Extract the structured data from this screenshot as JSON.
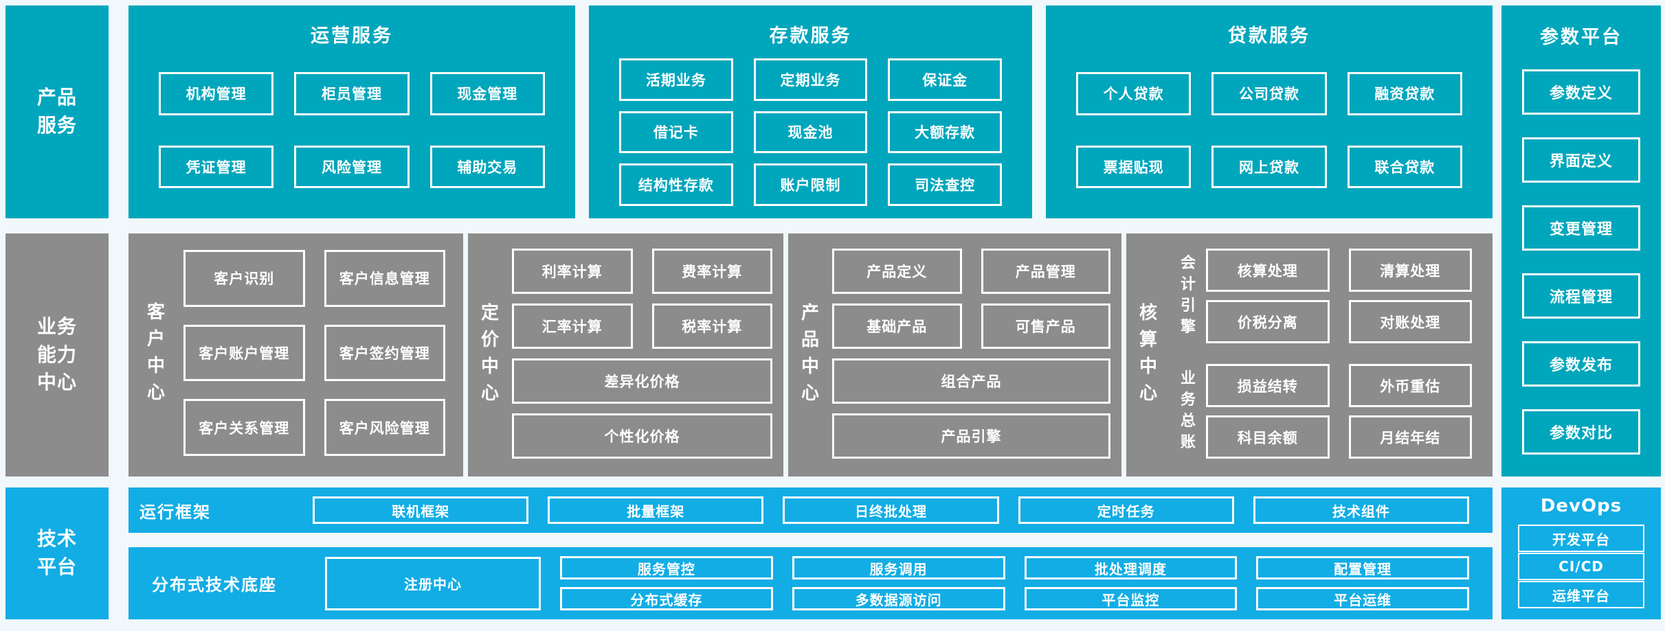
{
  "colors": {
    "teal": "#00A6BC",
    "gray": "#8C8C8C",
    "blue": "#12ADE5",
    "background": "#F1F8FB",
    "box_border": "#FFFFFF"
  },
  "product_services": {
    "label": "产品服务",
    "sections": [
      {
        "title": "运营服务",
        "items": [
          "机构管理",
          "柜员管理",
          "现金管理",
          "凭证管理",
          "风险管理",
          "辅助交易"
        ]
      },
      {
        "title": "存款服务",
        "items": [
          "活期业务",
          "定期业务",
          "保证金",
          "借记卡",
          "现金池",
          "大额存款",
          "结构性存款",
          "账户限制",
          "司法查控"
        ]
      },
      {
        "title": "贷款服务",
        "items": [
          "个人贷款",
          "公司贷款",
          "融资贷款",
          "票据贴现",
          "网上贷款",
          "联合贷款"
        ]
      }
    ]
  },
  "parameter_platform": {
    "title": "参数平台",
    "items": [
      "参数定义",
      "界面定义",
      "变更管理",
      "流程管理",
      "参数发布",
      "参数对比"
    ]
  },
  "capability": {
    "label": "业务能力中心",
    "customer": {
      "title": "客户中心",
      "items": [
        "客户识别",
        "客户信息管理",
        "客户账户管理",
        "客户签约管理",
        "客户关系管理",
        "客户风险管理"
      ]
    },
    "pricing": {
      "title": "定价中心",
      "items": [
        "利率计算",
        "费率计算",
        "汇率计算",
        "税率计算"
      ],
      "wide_items": [
        "差异化价格",
        "个性化价格"
      ]
    },
    "product": {
      "title": "产品中心",
      "items": [
        "产品定义",
        "产品管理",
        "基础产品",
        "可售产品"
      ],
      "wide_items": [
        "组合产品",
        "产品引擎"
      ]
    },
    "accounting": {
      "title": "核算中心",
      "groups": [
        {
          "label": "会计引擎",
          "items": [
            "核算处理",
            "清算处理",
            "价税分离",
            "对账处理"
          ]
        },
        {
          "label": "业务总账",
          "items": [
            "损益结转",
            "外币重估",
            "科目余额",
            "月结年结"
          ]
        }
      ]
    }
  },
  "tech": {
    "label": "技术平台",
    "runtime": {
      "label": "运行框架",
      "items": [
        "联机框架",
        "批量框架",
        "日终批处理",
        "定时任务",
        "技术组件"
      ]
    },
    "distributed": {
      "label": "分布式技术底座",
      "registry": "注册中心",
      "items": [
        "服务管控",
        "服务调用",
        "批处理调度",
        "配置管理",
        "分布式缓存",
        "多数据源访问",
        "平台监控",
        "平台运维"
      ]
    },
    "devops": {
      "title": "DevOps",
      "items": [
        "开发平台",
        "CI/CD",
        "运维平台"
      ]
    }
  }
}
